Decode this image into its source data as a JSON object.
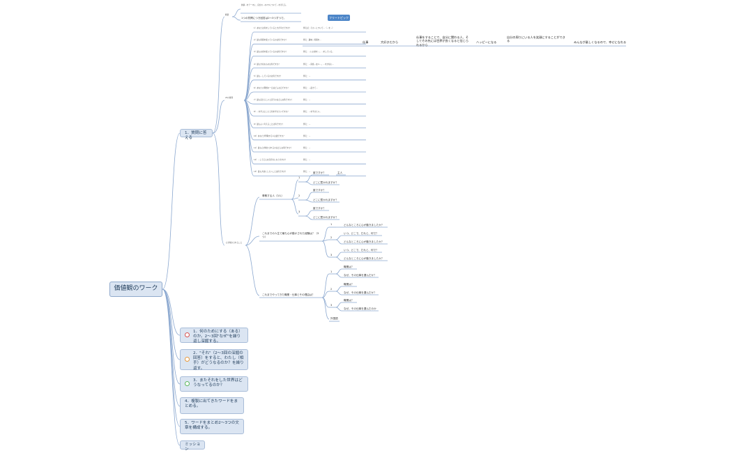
{
  "root": "価値観のワーク",
  "free_topic": "フリートピック",
  "branch1": {
    "label": "1．質問に答える",
    "intro_label": "概要",
    "intro_note": "価値…をテーマに、自分の…の2つについて…を考える。",
    "intro_hint": "1つの質問につき回答は2〜3つずつで。",
    "q_label": "25の質問",
    "questions": [
      {
        "q": "1）あなたは何をしているときが幸せですか？",
        "a": "例えば：その…について…（…を…）"
      },
      {
        "q": "2）最も時間を使っているのは何ですか？",
        "a": "例え：趣味…時間を…"
      },
      {
        "q": "3）最もお金を使っているのは何ですか？",
        "a": "例え：…にお金を…。…をしている。"
      },
      {
        "q": "4）最も大切なものは何ですか？",
        "a": "例え：…家族…友人…。…を大切に…"
      },
      {
        "q": "5）最も…しているのは何ですか？",
        "a": "例え：…"
      },
      {
        "q": "6）あなたの理想の一日はどんな日ですか？",
        "a": "例え：…起きて…"
      },
      {
        "q": "7）最も自分らしいと思うのはどんな時ですか？",
        "a": "例え：…"
      },
      {
        "q": "8）…を学ぶとしたら何を学びたいですか？",
        "a": "例え：…を学びたい。"
      },
      {
        "q": "9）最もよく考えることは何ですか？",
        "a": "例え：…"
      },
      {
        "q": "10）あなたが尊敬する人は誰ですか？",
        "a": "例え：…"
      },
      {
        "q": "11）最も心が動かされるのはどんな時ですか？",
        "a": "例え：…"
      },
      {
        "q": "12）…してどんな気持ちになりますか？",
        "a": "例え：…"
      },
      {
        "q": "13）最も大切にしたいことは何ですか？",
        "a": "例え：…"
      }
    ],
    "flow": [
      "仕事",
      "大好きだから",
      "仕事をすることで、自分に関わる人、そしてその先には世界が良くなると信じられるから",
      "ハッピーになる",
      "自分の周りにいる人を笑顔にすることができる",
      "みんなが楽しくなるので、幸せになれる"
    ],
    "heart_label": "心が動かされること",
    "respect": {
      "label": "尊敬する人（3人）",
      "people": [
        {
          "n": "1",
          "who_q": "誰ですか？",
          "who_a": "主人",
          "why_q": "どこに惹かれますか？"
        },
        {
          "n": "2",
          "who_q": "誰ですか？",
          "who_a": "",
          "why_q": "どこに惹かれますか？"
        },
        {
          "n": "3",
          "who_q": "誰ですか？",
          "who_a": "",
          "why_q": "どこに惹かれますか？"
        }
      ]
    },
    "moved": {
      "label": "これまでの人生で最も心が動かされた経験は？（3つ）",
      "items": [
        {
          "n": "1",
          "lines": [
            "どんなところに心が動きましたか？"
          ]
        },
        {
          "n": "2",
          "lines": [
            "いつ、どこで、だれと、何で？",
            "どんなところに心が動きましたか？"
          ]
        },
        {
          "n": "3",
          "lines": [
            "いつ、どこで、だれと、何で？",
            "どんなところに心が動きましたか？"
          ]
        }
      ]
    },
    "jobs": {
      "label": "これまでやってきた職業・仕事とその理由は？",
      "items": [
        {
          "n": "1",
          "q1": "職業は？",
          "q2": "なぜ、その仕事を選んだか？"
        },
        {
          "n": "2",
          "q1": "職業は？",
          "q2": "なぜ、その仕事を選んだか？"
        },
        {
          "n": "3",
          "q1": "職業は？",
          "q2": "なぜ、その仕事を選んだのか"
        }
      ],
      "extra": "外国語"
    }
  },
  "branches": [
    {
      "label": "1．何のためにする（ある）のか。2〜3回\"なぜ\"を繰り返し深掘する。",
      "dot": "#d9534f"
    },
    {
      "label": "2．\"それ\"（2〜3回の深掘の回答）をすると、わたし（相手）がどうなるのか？を繰り返す。",
      "dot": "#e89a3c"
    },
    {
      "label": "3．またそれをした世界はどうなってるのか？",
      "dot": "#5cb85c"
    },
    {
      "label": "4．複製に出てきたワードをまとめる。",
      "dot": ""
    },
    {
      "label": "5．ワードをまとめ2〜3つの文章を構成する。",
      "dot": ""
    },
    {
      "label": "ミッション",
      "dot": ""
    }
  ],
  "colors": {
    "line": "#8aa7cf",
    "node_fill": "#dbe5f2",
    "node_border": "#a8bcd8",
    "accent": "#4d86c8"
  }
}
